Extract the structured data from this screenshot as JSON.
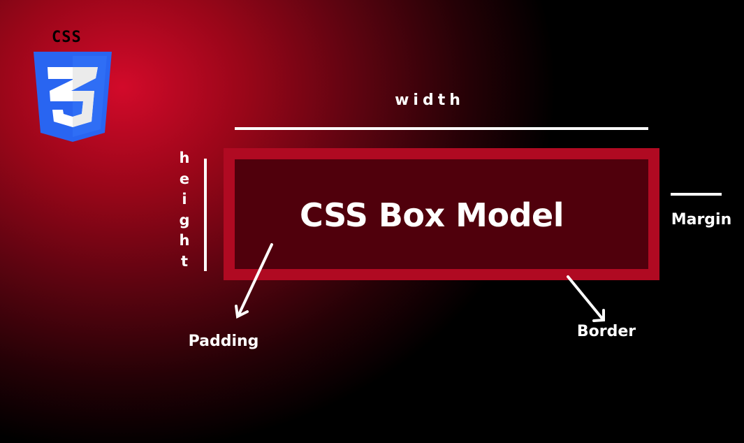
{
  "logo": {
    "word": "CSS",
    "icon": "css3-logo-icon",
    "shield_color": "#2965f1",
    "shield_light": "#2f6ef5",
    "numeral_color": "#ffffff"
  },
  "diagram": {
    "title": "CSS Box Model",
    "width_label": "width",
    "height_chars": [
      "h",
      "e",
      "i",
      "g",
      "h",
      "t"
    ],
    "margin_label": "Margin",
    "padding_label": "Padding",
    "border_label": "Border"
  },
  "colors": {
    "border": "#b00a22",
    "content": "#50000c",
    "text": "#ffffff"
  }
}
